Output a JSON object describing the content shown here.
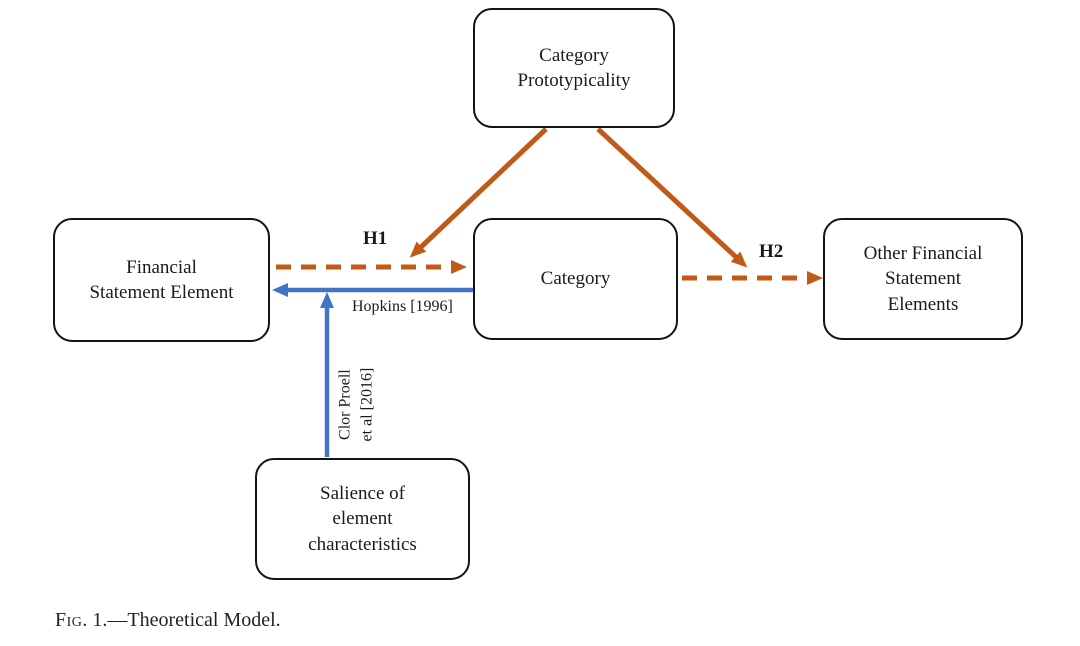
{
  "colors": {
    "orange": "#C05A16",
    "blue": "#4472C4",
    "box_border": "#141414",
    "text": "#1a1a1a"
  },
  "diagram": {
    "nodes": {
      "category_prototypicality": {
        "lines": [
          "Category",
          "Prototypicality"
        ]
      },
      "financial_statement_element": {
        "lines": [
          "Financial",
          "Statement Element"
        ]
      },
      "category": {
        "lines": [
          "Category"
        ]
      },
      "other_financial_statement_elements": {
        "lines": [
          "Other Financial",
          "Statement",
          "Elements"
        ]
      },
      "salience": {
        "lines": [
          "Salience of",
          "element",
          "characteristics"
        ]
      }
    },
    "labels": {
      "h1": "H1",
      "h2": "H2",
      "hopkins": "Hopkins [1996]",
      "clor_proell": {
        "lines": [
          "Clor Proell",
          "et al [2016]"
        ]
      }
    },
    "caption": {
      "fig": "Fig",
      "rest": ". 1.—Theoretical Model."
    }
  }
}
